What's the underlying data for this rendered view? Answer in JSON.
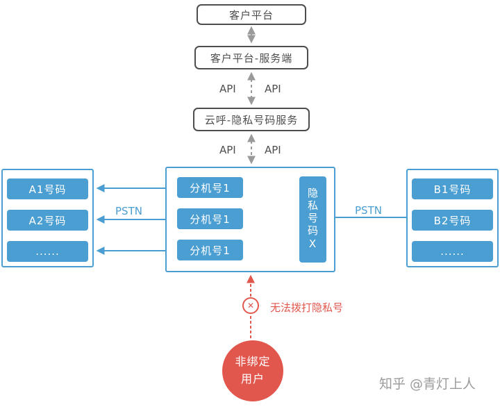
{
  "colors": {
    "blue": "#4b9ed2",
    "red": "#e2574d",
    "gray_arrow": "#9a9a9a",
    "dark_border": "#4d4d4d",
    "watermark_gray": "#9b9b9b"
  },
  "flow": {
    "client_platform": "客户平台",
    "client_server": "客户平台-服务端",
    "privacy_service": "云呼-隐私号码服务",
    "api_label": "API"
  },
  "links": {
    "pstn": "PSTN"
  },
  "middle_group": {
    "extensions": [
      "分机号1",
      "分机号1",
      "分机号1"
    ],
    "privacy_number": "隐私号码X"
  },
  "group_a": {
    "numbers": [
      "A1号码",
      "A2号码",
      "......"
    ]
  },
  "group_b": {
    "numbers": [
      "B1号码",
      "B2号码",
      "......"
    ]
  },
  "blocked": {
    "x_icon": "✕",
    "message": "无法拨打隐私号",
    "user": "非绑定用户"
  },
  "watermark": "知乎 @青灯上人"
}
